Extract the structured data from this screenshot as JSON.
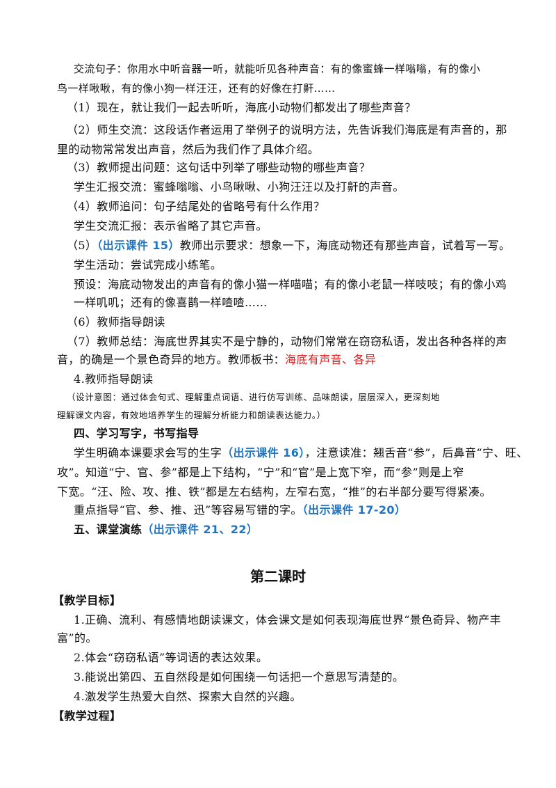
{
  "section1": {
    "quote_line1": "交流句子：你用水中听音器一听，就能听见各种声音：有的像蜜蜂一样嗡嗡，有的像小",
    "quote_line2": "鸟一样啾啾，有的像小狗一样汪汪，还有的好像在打鼾……",
    "item1": "（1）现在，就让我们一起去听听，海底小动物们都发出了哪些声音？",
    "item2_line1": "（2）师生交流：这段话作者运用了举例子的说明方法，先告诉我们海底是有声音的，那",
    "item2_line2": "里的动物常常发出声音，然后为我们作了具体介绍。",
    "item3": "（3）教师提出问题：这句话中列举了哪些动物的哪些声音？",
    "item3_answer": "学生汇报交流：蜜蜂嗡嗡、小鸟啾啾、小狗汪汪以及打鼾的声音。",
    "item4": "（4）教师追问：句子结尾处的省略号有什么作用？",
    "item4_answer": "学生交流汇报：表示省略了其它声音。",
    "item5_prefix": "（5）",
    "item5_courseware": "（出示课件 15）",
    "item5_text": "教师出示要求：想象一下，海底动物还有那些声音，试着写一写。",
    "item5_activity": "学生活动：尝试完成小练笔。",
    "item5_preset_line1": "预设：海底动物发出的声音有的像小猫一样喵喵；有的像小老鼠一样吱吱；有的像小鸡",
    "item5_preset_line2": "一样叽叽；还有的像喜鹊一样喳喳……",
    "item6": "（6）教师指导朗读",
    "item7_line1": "（7）教师总结：海底世界其实不是宁静的，动物们常常在窃窃私语，发出各种各样的声",
    "item7_line2_text": "音，的确是一个景色奇异的地方。教师板书：",
    "item7_board": "海底有声音、各异",
    "step4": "4.教师指导朗读",
    "note_line1": "（设计意图：通过体会句式、理解重点词语、进行仿写训练、品味朗读，层层深入，更深刻地",
    "note_line2": "理解课文内容，有效地培养学生的理解分析能力和朗读表达能力。）"
  },
  "section4": {
    "heading": "四、学习写字，书写指导",
    "p1_line1_a": "学生明确本课要求会写的生字",
    "p1_line1_courseware": "（出示课件 16）",
    "p1_line1_b": "，注意读准：翘舌音“参”，后鼻音“宁、旺、",
    "p1_line2": "攻”。知道“宁、官、参”都是上下结构，“宁”和“官”是上宽下窄，而“参”则是上窄",
    "p1_line3": "下宽。“汪、险、攻、推、铁”都是左右结构，左窄右宽，“推”的右半部分要写得紧凑。",
    "p2_text": "重点指导“官、参、推、迅”等容易写错的字。",
    "p2_courseware": "（出示课件 17-20）"
  },
  "section5": {
    "heading": "五、课堂演练",
    "courseware": "（出示课件 21、22）"
  },
  "lesson2": {
    "title": "第二课时",
    "goals_heading": "【教学目标】",
    "goal1_line1": "1.正确、流利、有感情地朗读课文，体会课文是如何表现海底世界“景色奇异、物产丰",
    "goal1_line2": "富”的。",
    "goal2": "2.体会“窃窃私语”等词语的表达效果。",
    "goal3": "3.能说出第四、五自然段是如何围绕一句话把一个意思写清楚的。",
    "goal4": "4.激发学生热爱大自然、探索大自然的兴趣。",
    "process_heading": "【教学过程】"
  },
  "colors": {
    "courseware_blue": "#1f74c4",
    "board_red": "#e02020",
    "text": "#111111"
  }
}
